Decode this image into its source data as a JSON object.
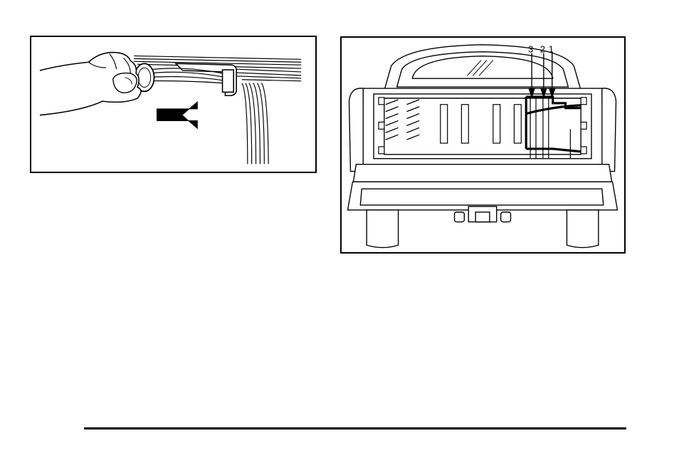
{
  "figures": {
    "strap_illustration": {
      "icon": "strap-buckle-illustration",
      "arrow_icon": "arrow-left-icon"
    },
    "truck_illustration": {
      "icon": "pickup-truck-rear-illustration",
      "callouts": [
        "3",
        "2",
        "1"
      ]
    }
  },
  "colors": {
    "ink": "#000000",
    "paper": "#ffffff"
  }
}
